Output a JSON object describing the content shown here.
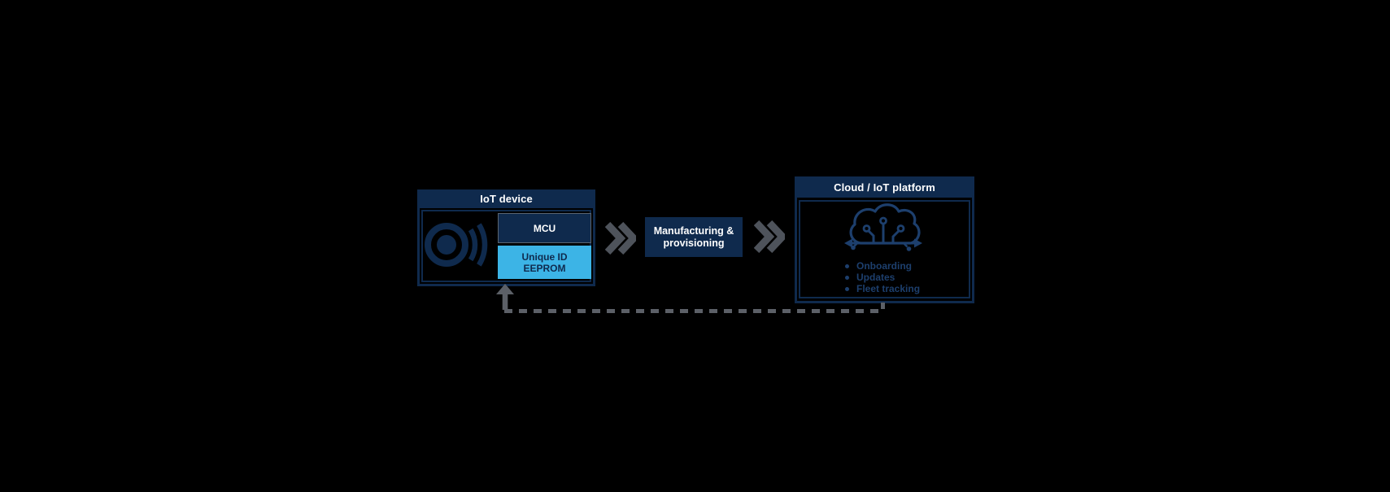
{
  "iot_device": {
    "title": "IoT device",
    "mcu_label": "MCU",
    "eeprom_line1": "Unique ID",
    "eeprom_line2": "EEPROM",
    "sensor_icon": "wireless-sensor-icon"
  },
  "flow": {
    "chevron_icon": "double-chevron-right-icon",
    "manufacturing_line1": "Manufacturing &",
    "manufacturing_line2": "provisioning"
  },
  "cloud_platform": {
    "title": "Cloud / IoT platform",
    "cloud_icon": "cloud-circuit-icon",
    "bullets": [
      "Onboarding",
      "Updates",
      "Fleet tracking"
    ]
  },
  "feedback_link": {
    "arrow_icon": "up-arrow-icon",
    "line_style": "dashed"
  },
  "colors": {
    "navy": "#0f2a4d",
    "navy_bright": "#1d3f6d",
    "light_blue": "#3cb4e6",
    "chevron_gray": "#4e535b",
    "dash_gray": "#5c6067",
    "white": "#ffffff",
    "black": "#000000"
  }
}
